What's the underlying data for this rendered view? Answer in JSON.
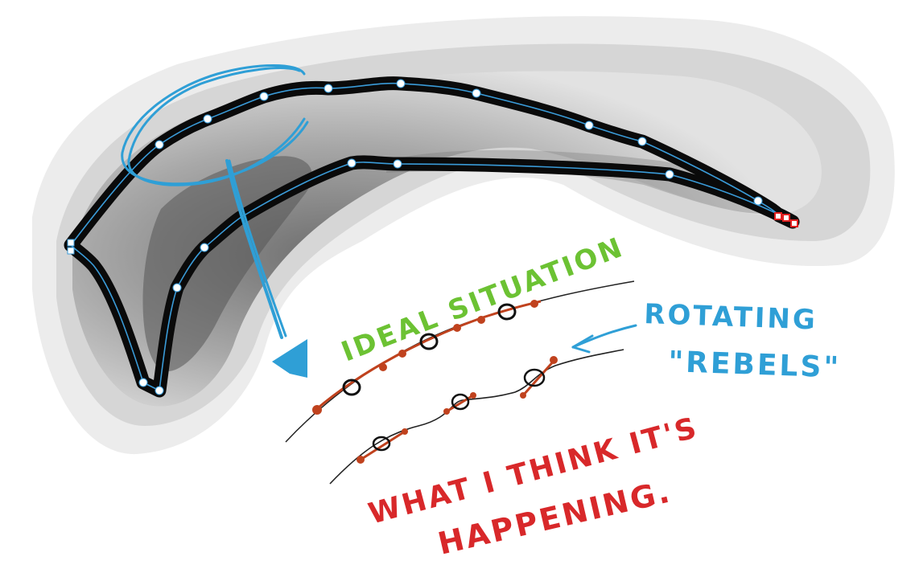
{
  "annotations": {
    "ideal_label": "IDEAL SITUATION",
    "rebels_line1": "ROTATING",
    "rebels_line2": "\"REBELS\"",
    "actual_line1": "WHAT I THINK IT'S",
    "actual_line2": "HAPPENING."
  },
  "colors": {
    "path_outline": "#0a0a0a",
    "path_center": "#3a9bd8",
    "node_fill": "#ffffff",
    "endpoint_node": "#e02020",
    "annotation_blue": "#2f9fd6",
    "annotation_green": "#6cc233",
    "annotation_red": "#d8282a",
    "handle_red": "#c0421e",
    "curve_black": "#222222"
  }
}
